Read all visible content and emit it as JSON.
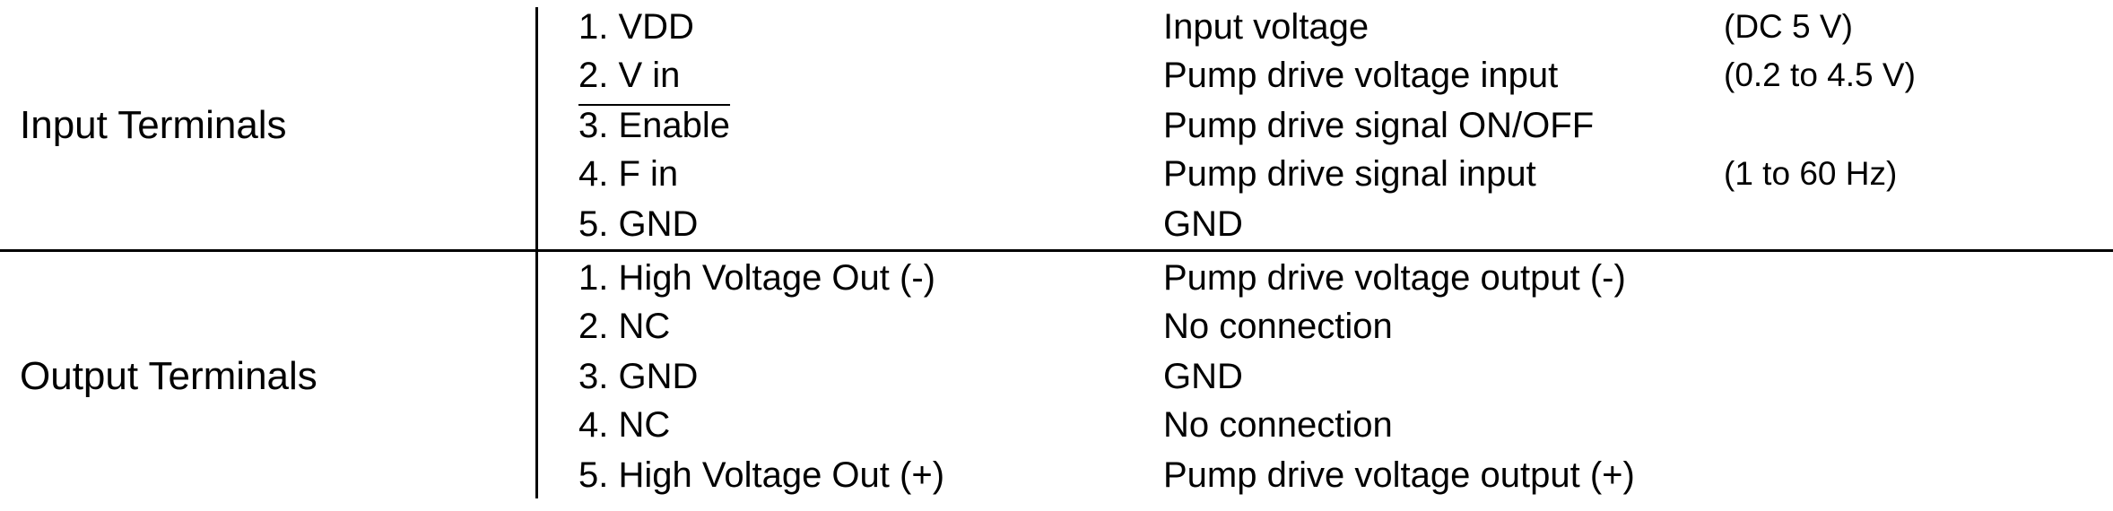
{
  "input_terminals": {
    "label": "Input Terminals",
    "rows": [
      {
        "terminal": "1. VDD",
        "description": "Input voltage",
        "note": "(DC 5 V)"
      },
      {
        "terminal": "2. V in",
        "description": "Pump drive voltage input",
        "note": "(0.2 to 4.5 V)"
      },
      {
        "terminal": "3. Enable",
        "description": "Pump drive signal ON/OFF",
        "note": ""
      },
      {
        "terminal": "4. F in",
        "description": "Pump drive signal input",
        "note": "(1 to 60 Hz)"
      },
      {
        "terminal": "5. GND",
        "description": "GND",
        "note": ""
      }
    ]
  },
  "output_terminals": {
    "label": "Output Terminals",
    "rows": [
      {
        "terminal": "1. High Voltage Out (-)",
        "description": "Pump drive voltage output (-)",
        "note": ""
      },
      {
        "terminal": "2. NC",
        "description": "No connection",
        "note": ""
      },
      {
        "terminal": "3. GND",
        "description": "GND",
        "note": ""
      },
      {
        "terminal": "4. NC",
        "description": "No connection",
        "note": ""
      },
      {
        "terminal": "5. High Voltage Out (+)",
        "description": "Pump drive voltage output (+)",
        "note": ""
      }
    ]
  }
}
